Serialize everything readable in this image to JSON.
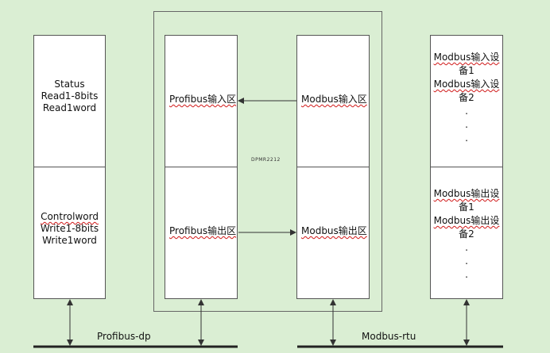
{
  "left_device": {
    "status_lines": [
      "Status",
      "Read1-8bits",
      "Read1word"
    ],
    "control_lines": [
      "Controlword",
      "Write1-8bits",
      "Write1word"
    ]
  },
  "gateway": {
    "model": "DPMR2212",
    "profibus_input": "Profibus输入区",
    "profibus_output": "Profibus输出区",
    "modbus_input": "Modbus输入区",
    "modbus_output": "Modbus输出区"
  },
  "right_device": {
    "input_lines": [
      "Modbus输入设",
      "备1",
      "Modbus输入设",
      "备2",
      ".",
      ".",
      "."
    ],
    "output_lines": [
      "Modbus输出设",
      "备1",
      "Modbus输出设",
      "备2",
      ".",
      ".",
      "."
    ]
  },
  "buses": {
    "profibus": "Profibus-dp",
    "modbus": "Modbus-rtu"
  }
}
